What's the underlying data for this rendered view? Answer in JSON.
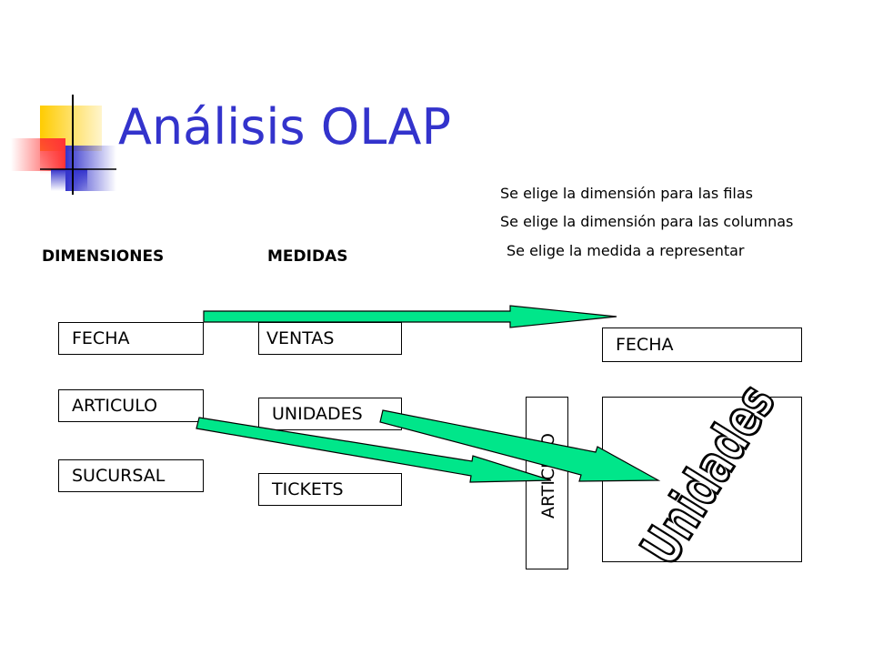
{
  "title": "Análisis OLAP",
  "notes": {
    "rows": "Se elige la dimensión para las filas",
    "columns": "Se elige la dimensión para las columnas",
    "measure": "Se elige la medida a representar"
  },
  "headings": {
    "dimensions": "DIMENSIONES",
    "measures": "MEDIDAS"
  },
  "dimensions": [
    "FECHA",
    "ARTICULO",
    "SUCURSAL"
  ],
  "measures": [
    "VENTAS",
    "UNIDADES",
    "TICKETS"
  ],
  "result": {
    "column_dimension": "FECHA",
    "row_dimension": "ARTICULO",
    "measure": "Unidades"
  },
  "colors": {
    "title": "#3333cc",
    "arrow_fill": "#00e68a",
    "logo_yellow": "#ffcc00",
    "logo_red": "#ff3333",
    "logo_blue": "#3333cc"
  }
}
